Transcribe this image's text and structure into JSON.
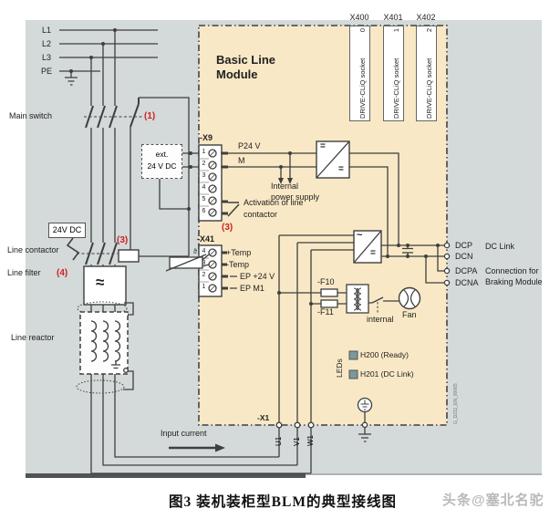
{
  "colors": {
    "panel": "#d4d9d9",
    "module_fill": "#f8e8c5",
    "accent_red": "#cc2222",
    "led": "#7b989b",
    "wire": "#3f3f3f"
  },
  "caption": "图3 装机装柜型BLM的典型接线图",
  "watermark": "头条@塞北名驼",
  "supply": {
    "phases": [
      "L1",
      "L2",
      "L3",
      "PE"
    ],
    "main_switch": "Main switch",
    "ref_1": "(1)",
    "ext_supply": {
      "line1": "ext.",
      "line2": "24 V DC"
    },
    "dc24": "24V DC",
    "line_contactor": "Line contactor",
    "ref_3": "(3)",
    "line_filter": "Line filter",
    "ref_4": "(4)",
    "filter_symbol": "≈",
    "line_reactor": "Line reactor",
    "input_current": "Input current"
  },
  "module": {
    "title": "Basic Line Module",
    "sockets": [
      {
        "label": "X400",
        "text": "DRIVE-CLiQ socket",
        "number": "0"
      },
      {
        "label": "X401",
        "text": "DRIVE-CLiQ socket",
        "number": "1"
      },
      {
        "label": "X402",
        "text": "DRIVE-CLiQ socket",
        "number": "2"
      }
    ],
    "x9": {
      "label": "-X9",
      "pins": [
        "1",
        "2",
        "3",
        "4",
        "5",
        "6"
      ],
      "p24": "P24 V",
      "m": "M",
      "internal_ps_line1": "Internal",
      "internal_ps_line2": "power supply",
      "activation_line1": "Activation of line",
      "activation_line2": "contactor",
      "ref_3": "(3)"
    },
    "x41": {
      "label": "-X41",
      "pins": [
        "4",
        "3",
        "2",
        "1"
      ],
      "signals": [
        "+Temp",
        "-Temp",
        "EP +24 V",
        "EP M1"
      ],
      "theta": "ϑ"
    },
    "conv_dc": {
      "in": "=",
      "out": "="
    },
    "conv_ac": {
      "in": "~",
      "out": "="
    },
    "dclink": {
      "dcp": "DCP",
      "dcn": "DCN",
      "dcpa": "DCPA",
      "dcna": "DCNA",
      "dc_link": "DC Link",
      "braking_line1": "Connection for",
      "braking_line2": "Braking Module"
    },
    "fan": {
      "f10": "-F10",
      "f11": "-F11",
      "internal": "internal",
      "label": "Fan"
    },
    "leds": {
      "label": "LEDs",
      "h200": "H200 (Ready)",
      "h201": "H201 (DC Link)"
    },
    "x1": {
      "label": "-X1",
      "terminals": [
        "U1",
        "V1",
        "W1"
      ]
    },
    "doc_number": "G_D211_EN_00065"
  }
}
